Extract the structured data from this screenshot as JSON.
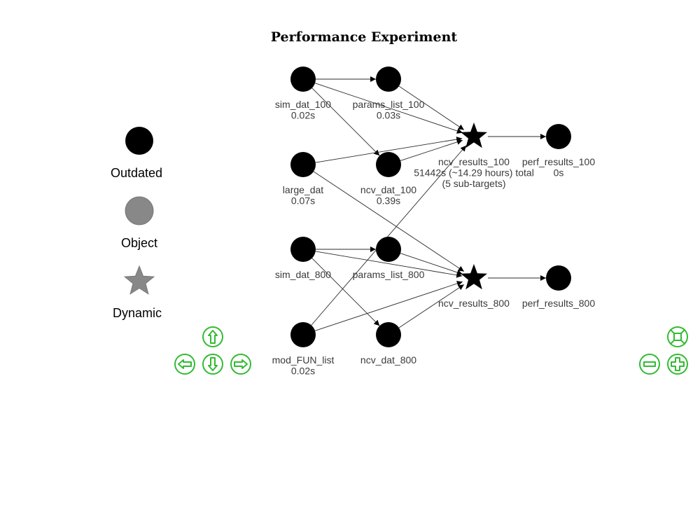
{
  "title": "Performance Experiment",
  "legend": [
    {
      "shape": "circle",
      "color": "#000000",
      "label": "Outdated"
    },
    {
      "shape": "circle",
      "color": "#888888",
      "label": "Object"
    },
    {
      "shape": "star",
      "color": "#888888",
      "label": "Dynamic"
    }
  ],
  "nodes": [
    {
      "id": "sim_dat_100",
      "shape": "circle",
      "lines": [
        "sim_dat_100",
        "0.02s"
      ]
    },
    {
      "id": "params_list_100",
      "shape": "circle",
      "lines": [
        "params_list_100",
        "0.03s"
      ]
    },
    {
      "id": "large_dat",
      "shape": "circle",
      "lines": [
        "large_dat",
        "0.07s"
      ]
    },
    {
      "id": "ncv_dat_100",
      "shape": "circle",
      "lines": [
        "ncv_dat_100",
        "0.39s"
      ]
    },
    {
      "id": "ncv_results_100",
      "shape": "star",
      "lines": [
        "ncv_results_100",
        "51442s (~14.29 hours) total",
        "(5 sub-targets)"
      ]
    },
    {
      "id": "perf_results_100",
      "shape": "circle",
      "lines": [
        "perf_results_100",
        "0s"
      ]
    },
    {
      "id": "sim_dat_800",
      "shape": "circle",
      "lines": [
        "sim_dat_800"
      ]
    },
    {
      "id": "params_list_800",
      "shape": "circle",
      "lines": [
        "params_list_800"
      ]
    },
    {
      "id": "ncv_results_800",
      "shape": "star",
      "lines": [
        "ncv_results_800"
      ]
    },
    {
      "id": "perf_results_800",
      "shape": "circle",
      "lines": [
        "perf_results_800"
      ]
    },
    {
      "id": "mod_FUN_list",
      "shape": "circle",
      "lines": [
        "mod_FUN_list",
        "0.02s"
      ]
    },
    {
      "id": "ncv_dat_800",
      "shape": "circle",
      "lines": [
        "ncv_dat_800"
      ]
    }
  ],
  "edges": [
    [
      "sim_dat_100",
      "params_list_100"
    ],
    [
      "sim_dat_100",
      "ncv_results_100"
    ],
    [
      "sim_dat_100",
      "ncv_dat_100"
    ],
    [
      "params_list_100",
      "ncv_results_100"
    ],
    [
      "large_dat",
      "ncv_results_100"
    ],
    [
      "large_dat",
      "ncv_results_800"
    ],
    [
      "ncv_dat_100",
      "ncv_results_100"
    ],
    [
      "ncv_results_100",
      "perf_results_100"
    ],
    [
      "sim_dat_800",
      "params_list_800"
    ],
    [
      "sim_dat_800",
      "ncv_results_800"
    ],
    [
      "sim_dat_800",
      "ncv_dat_800"
    ],
    [
      "params_list_800",
      "ncv_results_800"
    ],
    [
      "mod_FUN_list",
      "ncv_results_100"
    ],
    [
      "mod_FUN_list",
      "ncv_results_800"
    ],
    [
      "ncv_dat_800",
      "ncv_results_800"
    ],
    [
      "ncv_results_800",
      "perf_results_800"
    ]
  ],
  "nav_buttons": [
    {
      "name": "pan-up-button",
      "icon": "arrow-up-icon"
    },
    {
      "name": "pan-left-button",
      "icon": "arrow-left-icon"
    },
    {
      "name": "pan-down-button",
      "icon": "arrow-down-icon"
    },
    {
      "name": "pan-right-button",
      "icon": "arrow-right-icon"
    },
    {
      "name": "zoom-extends-button",
      "icon": "fit-icon"
    },
    {
      "name": "zoom-out-button",
      "icon": "minus-icon"
    },
    {
      "name": "zoom-in-button",
      "icon": "plus-icon"
    }
  ],
  "colors": {
    "node": "#000000",
    "legend_gray": "#888888",
    "nav": "#33bb33"
  }
}
